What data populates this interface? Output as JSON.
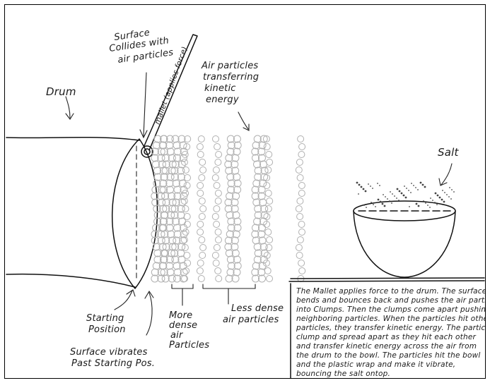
{
  "labels": {
    "drum": "Drum",
    "surface_1": "Surface",
    "surface_2": "Collides with",
    "surface_3": "air particles",
    "mallet": "mallet (applies force)",
    "transfer_1": "Air particles",
    "transfer_2": "transferring",
    "transfer_3": "kinetic",
    "transfer_4": "energy",
    "salt": "Salt",
    "start_1": "Starting",
    "start_2": "Position",
    "vib_1": "Surface vibrates",
    "vib_2": "Past Starting Pos.",
    "more_1": "More",
    "more_2": "dense",
    "more_3": "air",
    "more_4": "Particles",
    "less_1": "Less dense",
    "less_2": "air particles"
  },
  "explanation": {
    "line_1": "The Mallet applies force to the drum. The surface",
    "line_2": "bends and bounces back and pushes the air particles",
    "line_3": "into Clumps. Then the clumps come apart pushing",
    "line_4": "neighboring particles. When the particles hit other",
    "line_5": "particles, they transfer kinetic energy. The particles",
    "line_6": "clump and spread apart as they hit each other",
    "line_7": "and transfer kinetic energy across the air from",
    "line_8": "the drum to the bowl. The particles hit the bowl",
    "line_9": "and the plastic wrap and make it vibrate,",
    "line_10": "bouncing the salt ontop."
  },
  "particle_bands": [
    {
      "density": "dense"
    },
    {
      "density": "dense"
    },
    {
      "density": "dense"
    },
    {
      "density": "sparse"
    },
    {
      "density": "sparse"
    },
    {
      "density": "sparse"
    },
    {
      "density": "dense"
    },
    {
      "density": "dense"
    },
    {
      "density": "sparse"
    },
    {
      "density": "sparse"
    }
  ]
}
